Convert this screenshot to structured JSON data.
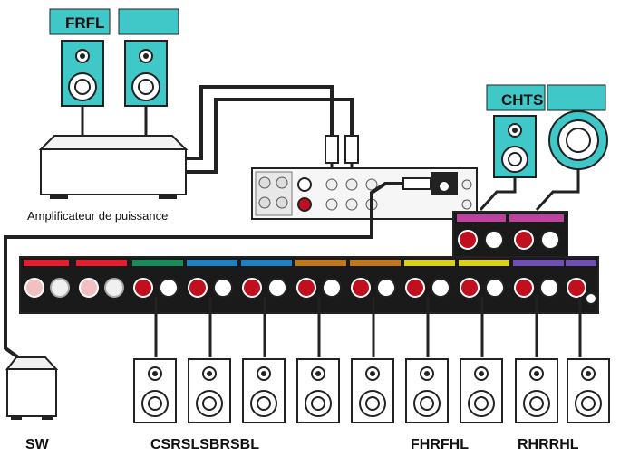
{
  "labels": {
    "front_left_box": "FRFL",
    "center_box": "CHTS",
    "amplifier": "Amplificateur de puissance",
    "subwoofer": "SW",
    "surround_group": "CSRSLSBRSBL",
    "front_height_group": "FHRFHL",
    "rear_height_group": "RHRRHL"
  },
  "colors": {
    "teal": "#40c8c8",
    "front": "#e02030",
    "center": "#1a8a5a",
    "surround": "#2080c0",
    "surround_back": "#c07820",
    "height1": "#d8d020",
    "height2": "#7050b0",
    "subwoofer_port": "#c01020",
    "panel": "#1a1a1a"
  }
}
